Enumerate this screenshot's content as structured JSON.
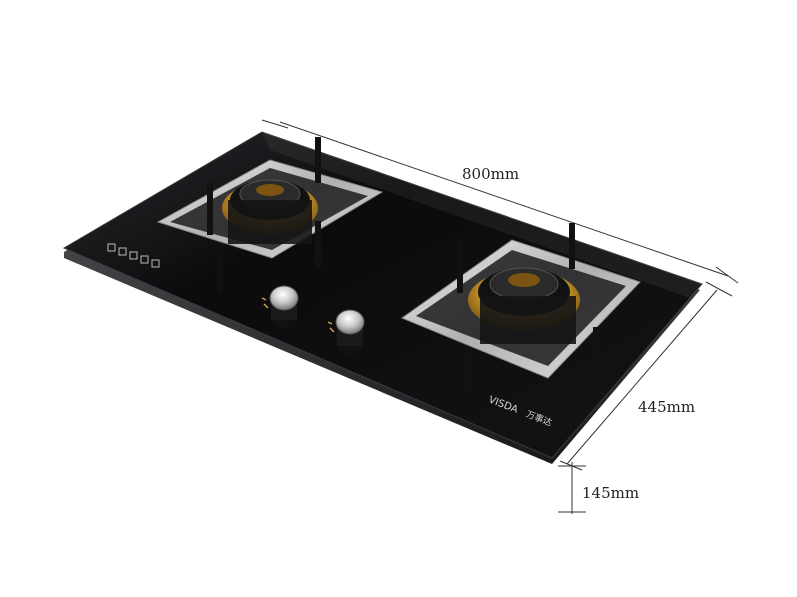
{
  "product": {
    "brand_logo": "VISDA",
    "brand_logo_cn": "万事达"
  },
  "dimensions": {
    "width": "800mm",
    "depth": "445mm",
    "height": "145mm"
  },
  "colors": {
    "glass": "#0b0b0d",
    "steel": "#c9c9c9",
    "brass": "#c8962a",
    "background": "#ffffff"
  }
}
